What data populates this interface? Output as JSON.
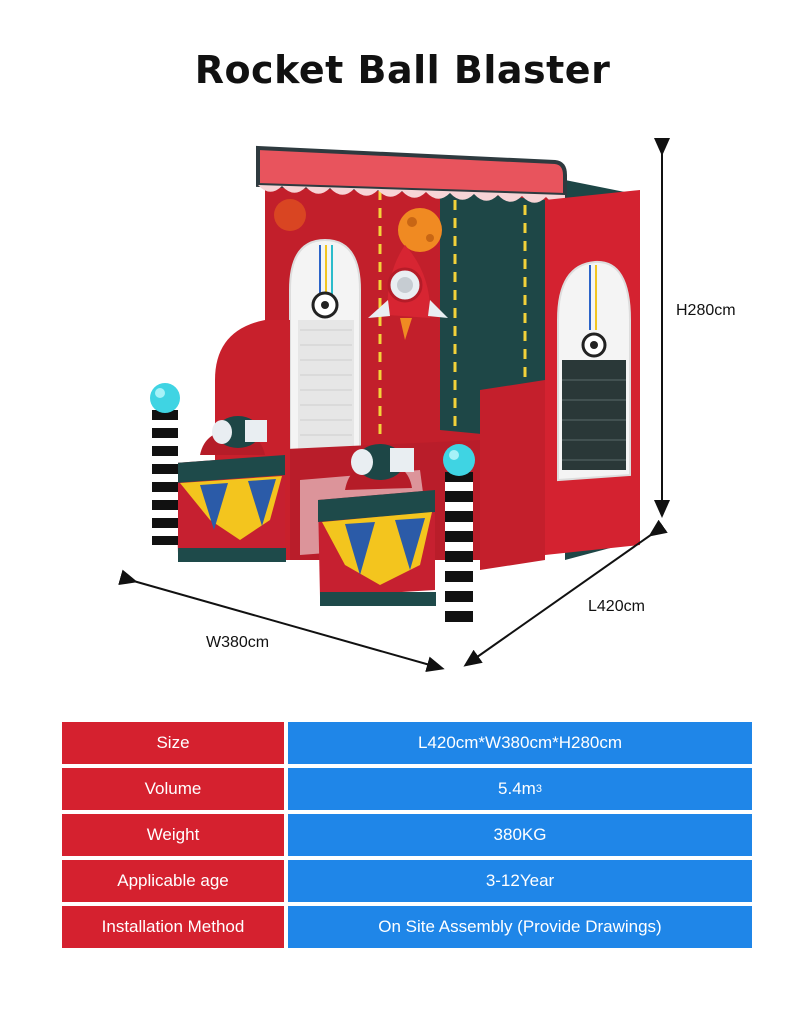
{
  "title": "Rocket Ball Blaster",
  "dimensions": {
    "height": "H280cm",
    "length": "L420cm",
    "width": "W380cm"
  },
  "specs": [
    {
      "label": "Size",
      "value": "L420cm*W380cm*H280cm"
    },
    {
      "label": "Volume",
      "value": "5.4m",
      "value_sup": "3"
    },
    {
      "label": "Weight",
      "value": "380KG"
    },
    {
      "label": "Applicable age",
      "value": "3-12Year"
    },
    {
      "label": "Installation Method",
      "value": "On Site Assembly (Provide Drawings)"
    }
  ],
  "colors": {
    "label_bg": "#d5212f",
    "value_bg": "#1f86e8",
    "booth_red": "#c8202c",
    "booth_dark": "#1e4a4a"
  }
}
